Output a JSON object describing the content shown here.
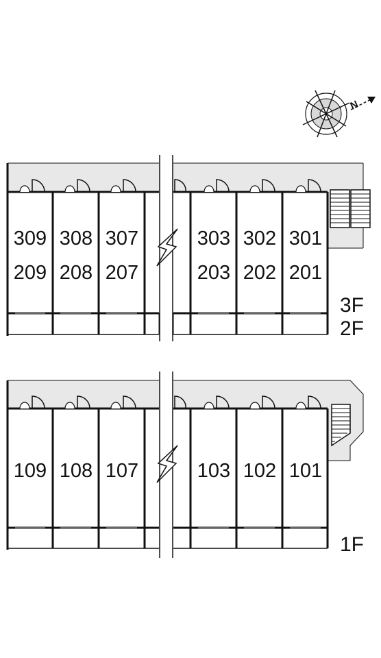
{
  "compass": {
    "icon": "north-arrow-compass",
    "label": "N"
  },
  "upper_block": {
    "floor_labels": [
      "3F",
      "2F"
    ],
    "units": [
      {
        "top": "309",
        "bottom": "209"
      },
      {
        "top": "308",
        "bottom": "208"
      },
      {
        "top": "307",
        "bottom": "207"
      },
      {
        "top": "303",
        "bottom": "203"
      },
      {
        "top": "302",
        "bottom": "202"
      },
      {
        "top": "301",
        "bottom": "201"
      }
    ]
  },
  "lower_block": {
    "floor_label": "1F",
    "units": [
      "109",
      "108",
      "107",
      "103",
      "102",
      "101"
    ]
  },
  "colors": {
    "corridor": "#e8e8e8",
    "wall": "#111111",
    "background": "#ffffff"
  }
}
